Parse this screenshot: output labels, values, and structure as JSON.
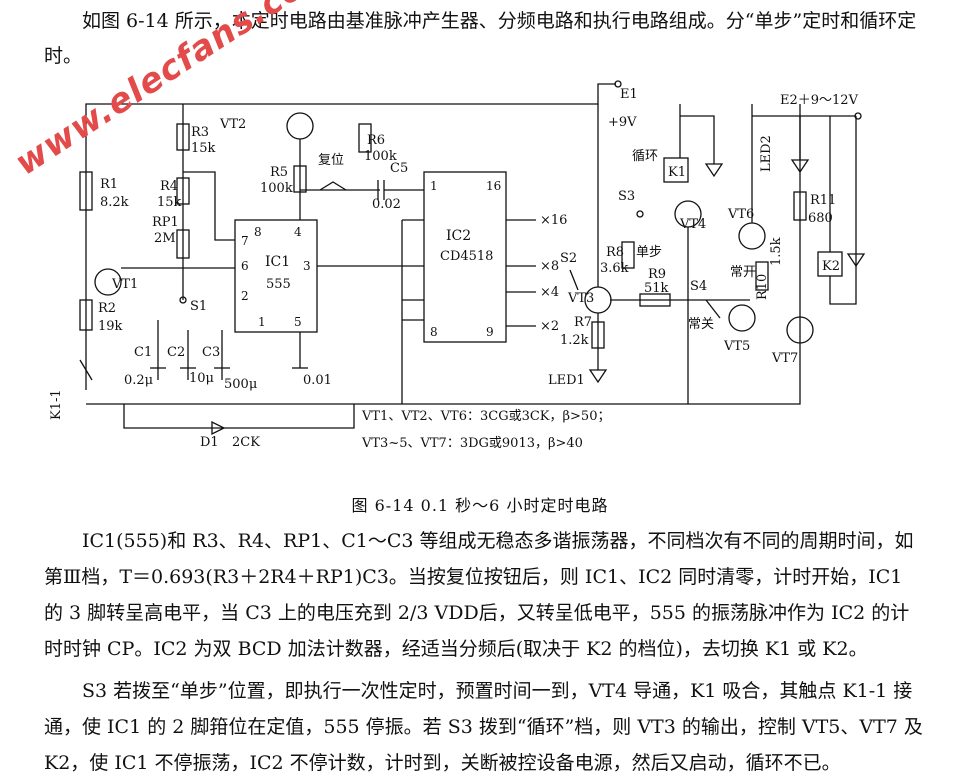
{
  "intro": "如图 6-14 所示，本定时电路由基准脉冲产生器、分频电路和执行电路组成。分“单步”定时和循环定时。",
  "watermark": "www.elecfans.com",
  "figure": {
    "caption": "图 6-14  0.1 秒～6 小时定时电路",
    "notes": [
      "VT1、VT2、VT6：3CG或3CK，β>50；",
      "VT3~5、VT7：3DG或9013，β>40"
    ],
    "labels": {
      "R1": "R1",
      "R1v": "8.2k",
      "R2": "R2",
      "R2v": "19k",
      "R3": "R3",
      "R3v": "15k",
      "R4": "R4",
      "R4v": "15k",
      "RP1": "RP1",
      "RP1v": "2M",
      "VT1": "VT1",
      "VT2": "VT2",
      "R5": "R5",
      "R5v": "100k",
      "reset": "复位",
      "R6": "R6",
      "R6v": "100k",
      "C5": "C5",
      "C5v": "0.02",
      "IC1": "IC1",
      "IC1v": "555",
      "IC2": "IC2",
      "IC2v": "CD4518",
      "S1": "S1",
      "C1": "C1",
      "C1v": "0.2μ",
      "C2": "C2",
      "C2v": "10μ",
      "C3": "C3",
      "C3v": "500μ",
      "C4v": "0.01",
      "K11": "K1-1",
      "D1": "D1",
      "D1v": "2CK",
      "x16": "×16",
      "x8": "×8",
      "x4": "×4",
      "x2": "×2",
      "S2": "S2",
      "VT3": "VT3",
      "R7": "R7",
      "R7v": "1.2k",
      "LED1": "LED1",
      "R8": "R8",
      "R8v": "3.6k",
      "R9": "R9",
      "R9v": "51k",
      "S3": "S3",
      "loop": "循环",
      "single": "单步",
      "K1": "K1",
      "VT4": "VT4",
      "E1": "E1",
      "E1v": "+9V",
      "E2": "E2＋9～12V",
      "LED2": "LED2",
      "R11": "R11",
      "R11v": "680",
      "VT6": "VT6",
      "R10": "R10",
      "R10v": "1.5k",
      "K2": "K2",
      "S4": "S4",
      "normOpen": "常开",
      "normClose": "常关",
      "VT5": "VT5",
      "VT7": "VT7",
      "pin7": "7",
      "pin8": "8",
      "pin4": "4",
      "pin6": "6",
      "pin3": "3",
      "pin2": "2",
      "pin1": "1",
      "pin5": "5",
      "pinA1": "1",
      "pinA16": "16",
      "pinA8": "8",
      "pinA9": "9"
    }
  },
  "body1": "IC1(555)和 R3、R4、RP1、C1～C3 等组成无稳态多谐振荡器，不同档次有不同的周期时间，如第Ⅲ档，T＝0.693(R3＋2R4＋RP1)C3。当按复位按钮后，则 IC1、IC2 同时清零，计时开始，IC1 的 3 脚转呈高电平，当 C3 上的电压充到 2/3 VDD后，又转呈低电平，555 的振荡脉冲作为 IC2 的计时时钟 CP。IC2 为双 BCD 加法计数器，经适当分频后(取决于 K2 的档位)，去切换 K1 或 K2。",
  "body2": "S3 若拨至“单步”位置，即执行一次性定时，预置时间一到，VT4 导通，K1 吸合，其触点 K1-1 接通，使 IC1 的 2 脚箝位在定值，555 停振。若 S3 拨到“循环”档，则 VT3 的输出，控制 VT5、VT7 及 K2，使 IC1 不停振荡，IC2 不停计数，计时到，关断被控设备电源，然后又启动，循环不已。"
}
